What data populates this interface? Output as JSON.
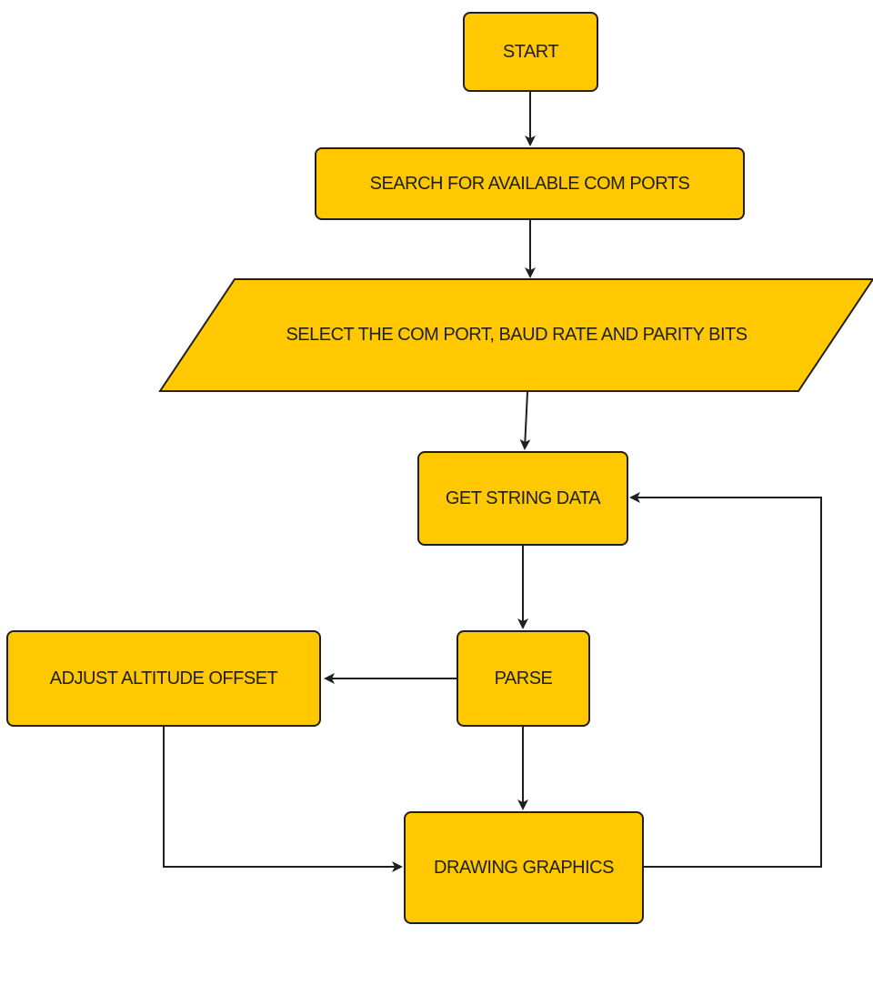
{
  "colors": {
    "node_fill": "#ffc800",
    "stroke": "#1f1f1f",
    "background": "#ffffff"
  },
  "nodes": {
    "start": "START",
    "search": "SEARCH FOR AVAILABLE COM PORTS",
    "select": "SELECT THE COM PORT, BAUD RATE AND PARITY BITS",
    "get_data": "GET STRING DATA",
    "parse": "PARSE",
    "adjust": "ADJUST ALTITUDE OFFSET",
    "draw": "DRAWING GRAPHICS"
  }
}
